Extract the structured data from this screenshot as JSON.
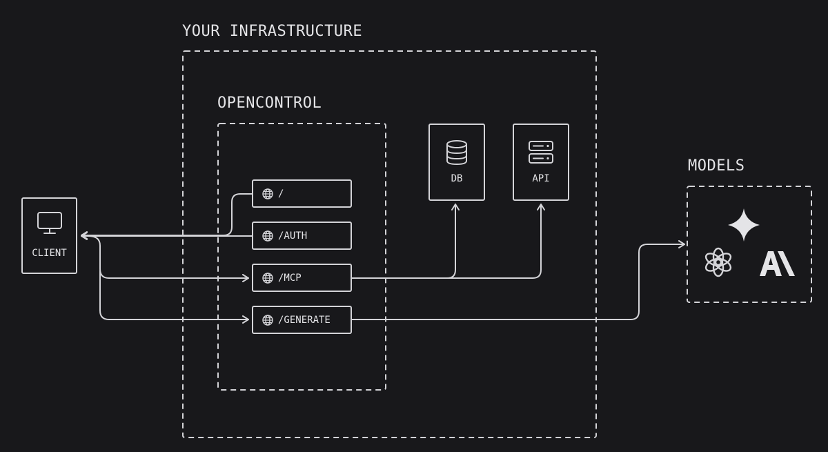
{
  "diagram": {
    "infrastructure_title": "YOUR INFRASTRUCTURE",
    "opencontrol_title": "OPENCONTROL",
    "models_title": "MODELS",
    "client_label": "CLIENT",
    "db_label": "DB",
    "api_label": "API",
    "routes": [
      {
        "label": "/",
        "icon": "globe-icon"
      },
      {
        "label": "/AUTH",
        "icon": "globe-icon"
      },
      {
        "label": "/MCP",
        "icon": "globe-icon"
      },
      {
        "label": "/GENERATE",
        "icon": "globe-icon"
      }
    ],
    "model_icons": [
      "sparkle-icon",
      "openai-logo-icon",
      "anthropic-logo-icon"
    ],
    "colors": {
      "background": "#18181b",
      "stroke": "#d4d4d8",
      "text": "#e4e4e7"
    }
  }
}
